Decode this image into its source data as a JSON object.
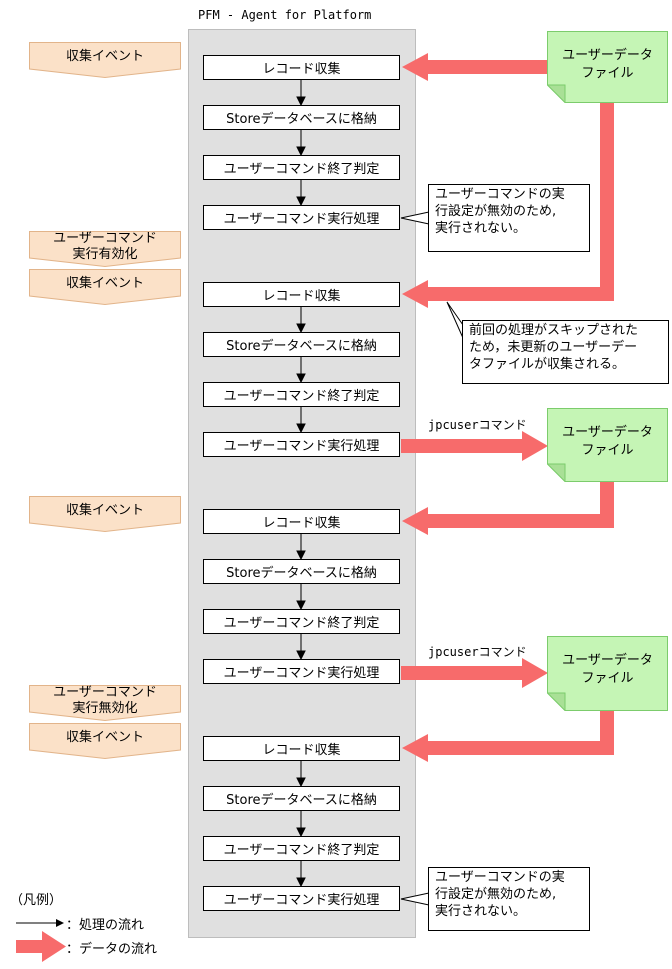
{
  "header": {
    "title": "PFM - Agent for Platform"
  },
  "steps": [
    {
      "record": "レコード収集",
      "store": "Storeデータベースに格納",
      "judge": "ユーザーコマンド終了判定",
      "exec": "ユーザーコマンド実行処理"
    },
    {
      "record": "レコード収集",
      "store": "Storeデータベースに格納",
      "judge": "ユーザーコマンド終了判定",
      "exec": "ユーザーコマンド実行処理"
    },
    {
      "record": "レコード収集",
      "store": "Storeデータベースに格納",
      "judge": "ユーザーコマンド終了判定",
      "exec": "ユーザーコマンド実行処理"
    },
    {
      "record": "レコード収集",
      "store": "Storeデータベースに格納",
      "judge": "ユーザーコマンド終了判定",
      "exec": "ユーザーコマンド実行処理"
    }
  ],
  "events": [
    {
      "label": "収集イベント"
    },
    {
      "label": "ユーザーコマンド\n実行有効化"
    },
    {
      "label": "収集イベント"
    },
    {
      "label": "収集イベント"
    },
    {
      "label": "ユーザーコマンド\n実行無効化"
    },
    {
      "label": "収集イベント"
    }
  ],
  "files": [
    {
      "label": "ユーザーデータ\nファイル"
    },
    {
      "label": "ユーザーデータ\nファイル"
    },
    {
      "label": "ユーザーデータ\nファイル"
    }
  ],
  "commands": [
    {
      "label": "jpcuserコマンド"
    },
    {
      "label": "jpcuserコマンド"
    }
  ],
  "notes": [
    {
      "text": "ユーザーコマンドの実\n行設定が無効のため,\n実行されない。"
    },
    {
      "text": "前回の処理がスキップされた\nため，未更新のユーザーデー\nタファイルが収集される。"
    },
    {
      "text": "ユーザーコマンドの実\n行設定が無効のため,\n実行されない。"
    }
  ],
  "legend": {
    "title": "（凡例）",
    "process_flow": "：処理の流れ",
    "data_flow": "：データの流れ"
  },
  "colors": {
    "panel": "#e0e0e0",
    "event_fill": "#fbe1c8",
    "event_stroke": "#e2b48a",
    "file_fill": "#c5f5b5",
    "file_stroke": "#7ccc6c",
    "data_arrow": "#f76b6b"
  }
}
